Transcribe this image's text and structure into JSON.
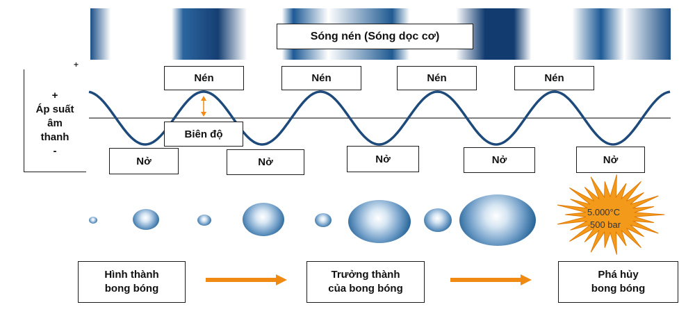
{
  "title": "Sóng nén (Sóng dọc cơ)",
  "side_label": {
    "plus": "+",
    "line1": "Áp suất",
    "line2": "âm",
    "line3": "thanh",
    "minus": "-"
  },
  "corner_plus": "+",
  "compression_label": "Nén",
  "rarefaction_label": "Nở",
  "amplitude_label": "Biên độ",
  "stages": [
    {
      "line1": "Hình thành",
      "line2": "bong bóng"
    },
    {
      "line1": "Trưởng thành",
      "line2": "của bong bóng"
    },
    {
      "line1": "Phá hủy",
      "line2": "bong bóng"
    }
  ],
  "burst": {
    "temperature": "5.000°C",
    "pressure": "500 bar"
  },
  "colors": {
    "wave": "#1d4a7a",
    "accent": "#f08a12",
    "bubble": "#1f5f93",
    "axis": "#555555"
  },
  "icons": {
    "arrow": "right-arrow-icon",
    "burst": "starburst-icon"
  }
}
